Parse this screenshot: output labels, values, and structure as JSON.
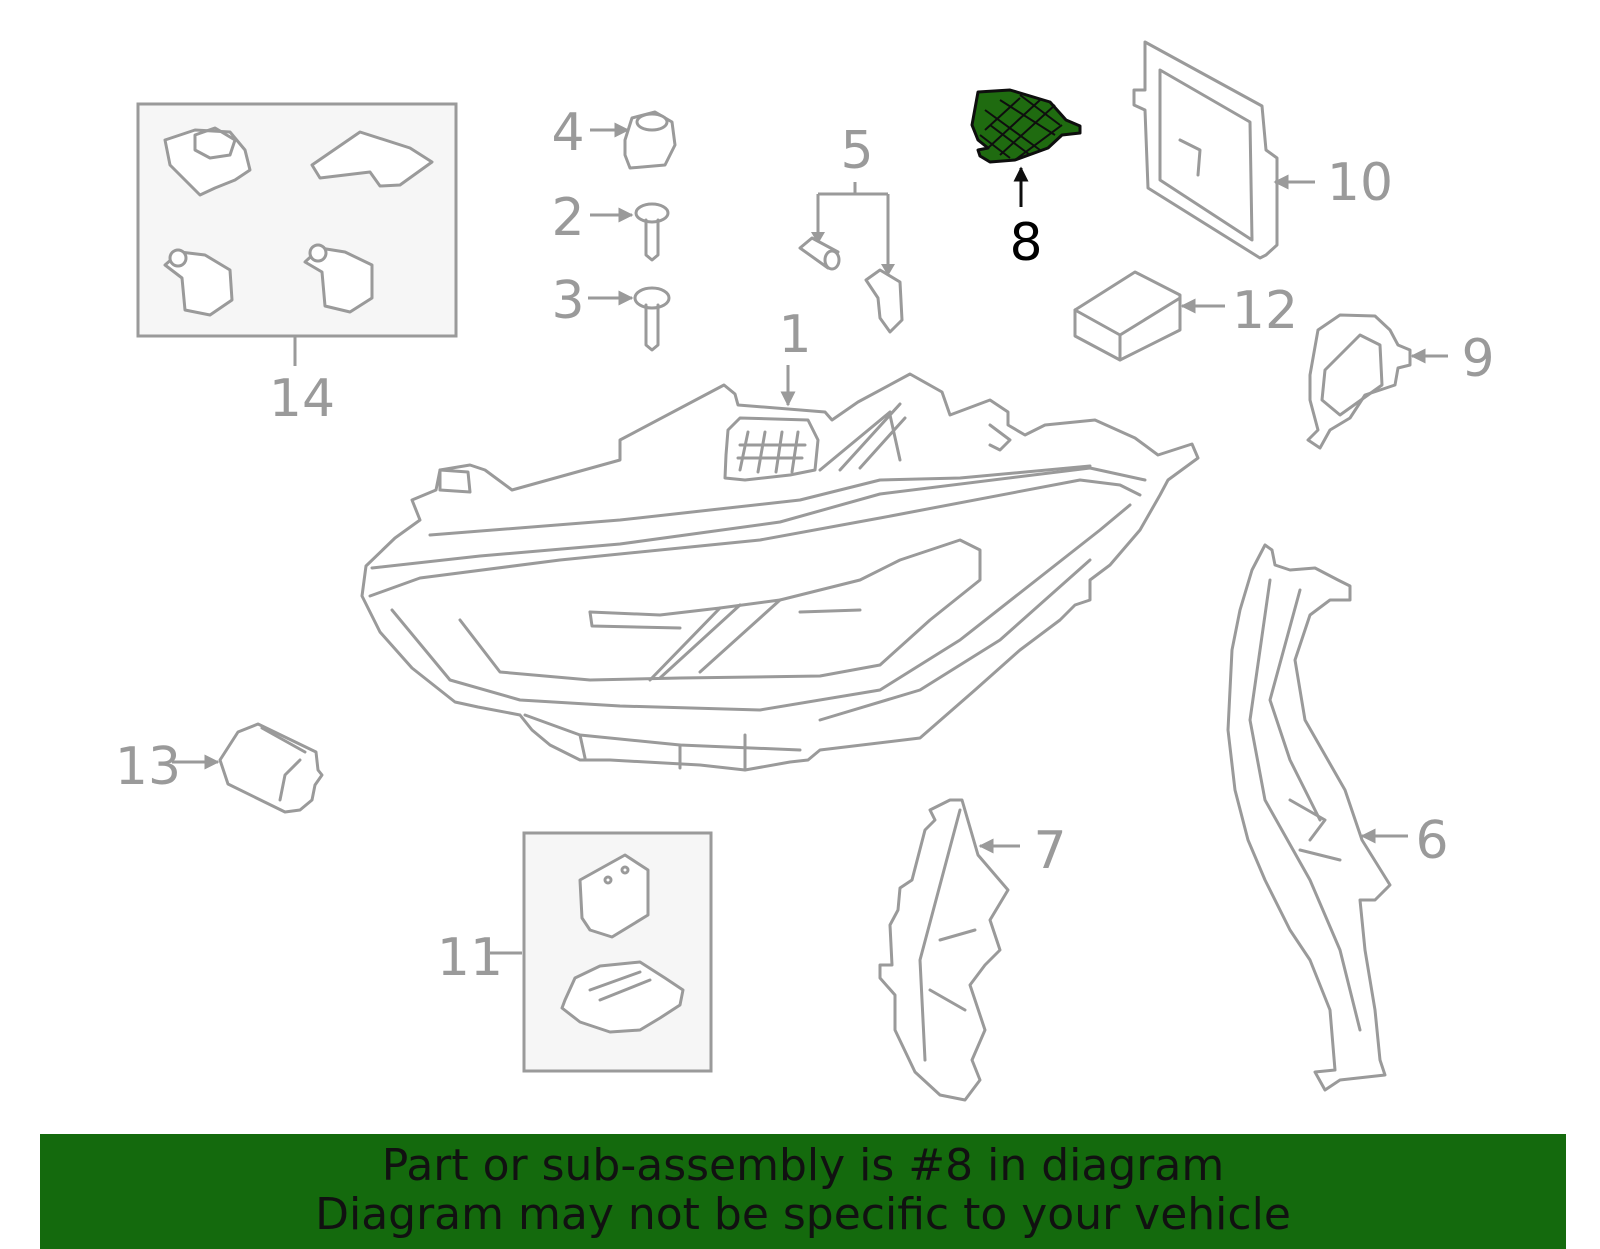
{
  "callouts": {
    "c1": "1",
    "c2": "2",
    "c3": "3",
    "c4": "4",
    "c5": "5",
    "c6": "6",
    "c7": "7",
    "c8": "8",
    "c9": "9",
    "c10": "10",
    "c11": "11",
    "c12": "12",
    "c13": "13",
    "c14": "14"
  },
  "highlighted_part": "8",
  "colors": {
    "highlight": "#1f6b10",
    "banner": "#146a0d",
    "lines": "#9a9a9a"
  },
  "banner": {
    "line1": "Part or sub-assembly is #8 in diagram",
    "line2": "Diagram may not be specific to your vehicle"
  }
}
